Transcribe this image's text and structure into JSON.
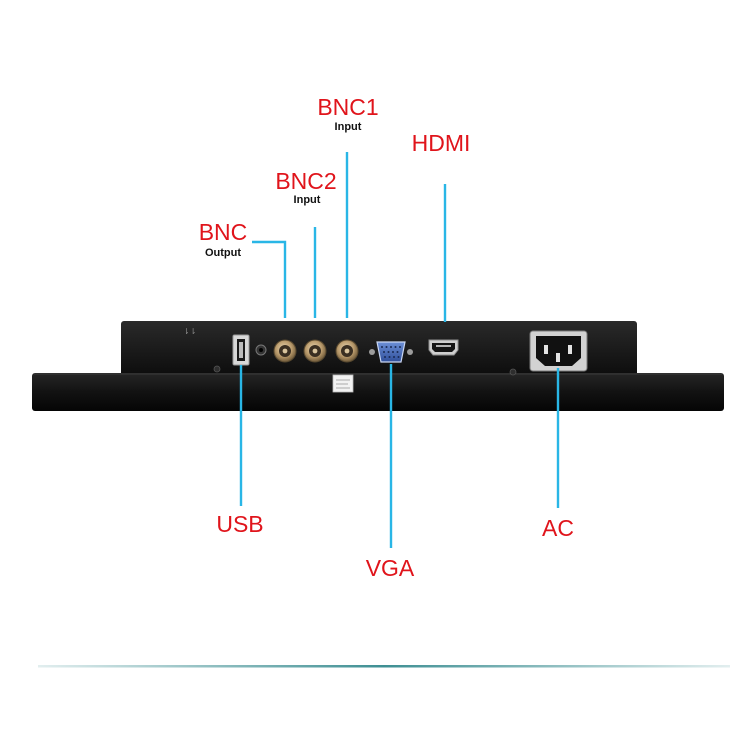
{
  "labels": {
    "bnc1": {
      "name": "BNC1",
      "sub": "Input"
    },
    "bnc2": {
      "name": "BNC2",
      "sub": "Input"
    },
    "bnc_out": {
      "name": "BNC",
      "sub": "Output"
    },
    "hdmi": {
      "name": "HDMI"
    },
    "usb": {
      "name": "USB"
    },
    "vga": {
      "name": "VGA"
    },
    "ac": {
      "name": "AC"
    }
  },
  "colors": {
    "label": "#e0141b",
    "sublabel": "#111111",
    "leader": "#29b6e6",
    "device": "#141414",
    "divider": "#3e8f93"
  },
  "icons": {
    "usb_port": "usb-port-icon",
    "audio_jack": "audio-jack-icon",
    "bnc_port": "bnc-connector-icon",
    "vga_port": "vga-connector-icon",
    "hdmi_port": "hdmi-port-icon",
    "ac_port": "ac-power-socket-icon",
    "sticker": "label-sticker-icon"
  }
}
